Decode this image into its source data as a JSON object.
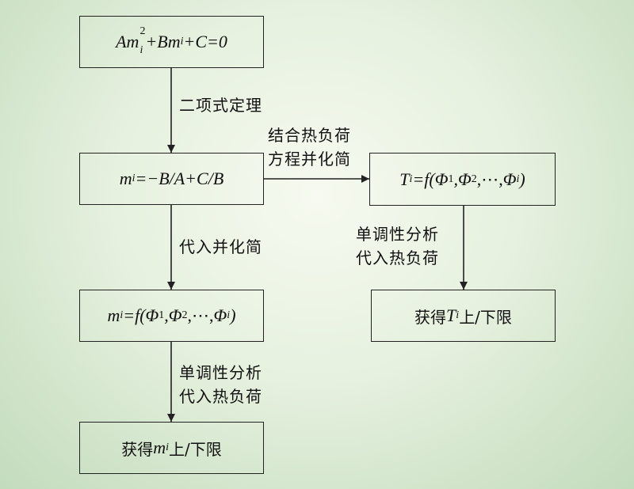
{
  "nodes": {
    "quadratic": {
      "a": "Am",
      "a_sub": "i",
      "a_sup": "2",
      "b": "+Bm",
      "b_sub": "i",
      "c": "+C=0"
    },
    "solution": {
      "m": "m",
      "m_sub": "i",
      "rest": "=−B/A+C/B"
    },
    "t_func": {
      "t": "T",
      "t_sub": "i",
      "eq": "=f(",
      "phi1": "Φ",
      "phi1_sub": "1",
      "sep1": ",",
      "phi2": "Φ",
      "phi2_sub": "2",
      "dots": ",⋯,",
      "phii": "Φ",
      "phii_sub": "i",
      "close": ")"
    },
    "m_func": {
      "m": "m",
      "m_sub": "i",
      "eq": "=f(",
      "phi1": "Φ",
      "phi1_sub": "1",
      "sep1": ",",
      "phi2": "Φ",
      "phi2_sub": "2",
      "dots": ",⋯,",
      "phii": "Φ",
      "phii_sub": "i",
      "close": ")"
    },
    "t_bounds": {
      "pre": "获得 ",
      "var": "T",
      "var_sub": "i",
      "post": " 上/下限"
    },
    "m_bounds": {
      "pre": "获得 ",
      "var": "m",
      "var_sub": "i",
      "post": " 上/下限"
    }
  },
  "edges": {
    "binomial": "二项式定理",
    "combine_line1": "结合热负荷",
    "combine_line2": "方程并化简",
    "substitute": "代入并化简",
    "mono_right_line1": "单调性分析",
    "mono_right_line2": "代入热负荷",
    "mono_left_line1": "单调性分析",
    "mono_left_line2": "代入热负荷"
  }
}
